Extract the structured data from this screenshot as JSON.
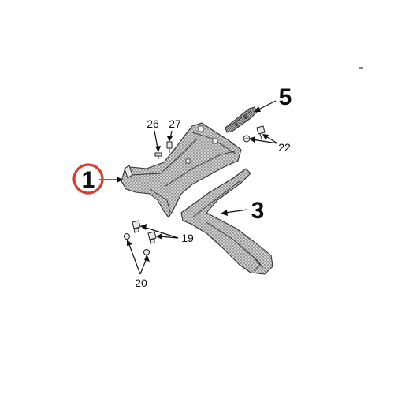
{
  "diagram": {
    "callouts": {
      "c1": "1",
      "c3": "3",
      "c5": "5",
      "c19": "19",
      "c20": "20",
      "c22": "22",
      "c26": "26",
      "c27": "27"
    },
    "highlight_color": "#d93a2b",
    "hatch_color": "#7a7a7a"
  }
}
